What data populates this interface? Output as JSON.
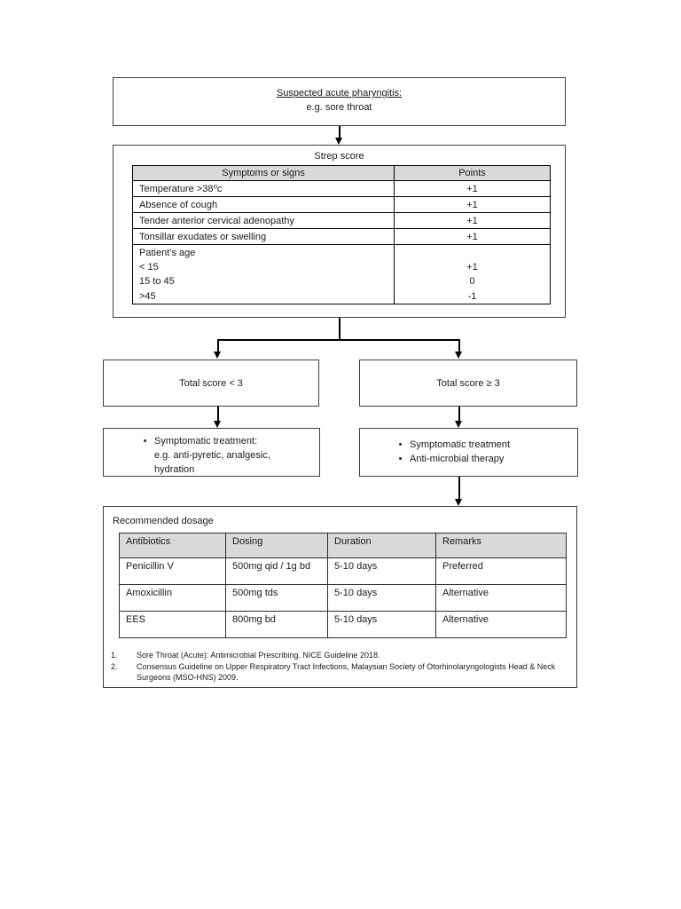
{
  "flowchart": {
    "start_box": {
      "title": "Suspected acute pharyngitis:",
      "subtitle": "e.g. sore throat"
    },
    "strep_box": {
      "title": "Strep score",
      "table": {
        "headers": [
          "Symptoms or signs",
          "Points"
        ],
        "rows": [
          {
            "symptom": "Temperature >38⁰c",
            "points": "+1"
          },
          {
            "symptom": "Absence of cough",
            "points": "+1"
          },
          {
            "symptom": "Tender anterior cervical adenopathy",
            "points": "+1"
          },
          {
            "symptom": "Tonsillar exudates or swelling",
            "points": "+1"
          }
        ],
        "age_row": {
          "label": "Patient’s age",
          "options": [
            {
              "range": "< 15",
              "points": "+1"
            },
            {
              "range": "15 to 45",
              "points": "0"
            },
            {
              "range": ">45",
              "points": "-1"
            }
          ]
        }
      }
    },
    "left_branch": {
      "condition": "Total score < 3",
      "bullet": "•",
      "treatment_lines": [
        "Symptomatic treatment:",
        "e.g. anti-pyretic, analgesic,",
        "hydration"
      ]
    },
    "right_branch": {
      "condition": "Total score ≥ 3",
      "bullet": "•",
      "treatments": [
        "Symptomatic treatment",
        "Anti-microbial therapy"
      ]
    },
    "dosage_box": {
      "title": "Recommended dosage",
      "table": {
        "headers": [
          "Antibiotics",
          "Dosing",
          "Duration",
          "Remarks"
        ],
        "rows": [
          [
            "Penicillin V",
            "500mg qid / 1g bd",
            "5-10 days",
            "Preferred"
          ],
          [
            "Amoxicillin",
            "500mg tds",
            "5-10 days",
            "Alternative"
          ],
          [
            "EES",
            "800mg bd",
            "5-10 days",
            "Alternative"
          ]
        ]
      },
      "references": [
        {
          "num": "1.",
          "text": "Sore Throat (Acute): Antimicrobial Prescribing. NICE Guideline 2018."
        },
        {
          "num": "2.",
          "text": "Consensus Guideline on Upper Respiratory Tract Infections, Malaysian Society of Otorhinolaryngologists Head & Neck Surgeons (MSO-HNS) 2009."
        }
      ]
    },
    "colors": {
      "box_border": "#3f3f3f",
      "table_header_fill": "#d9d9d9",
      "table_border": "#000000",
      "connector": "#000000",
      "text": "#1a1a1a",
      "background": "#ffffff"
    }
  }
}
